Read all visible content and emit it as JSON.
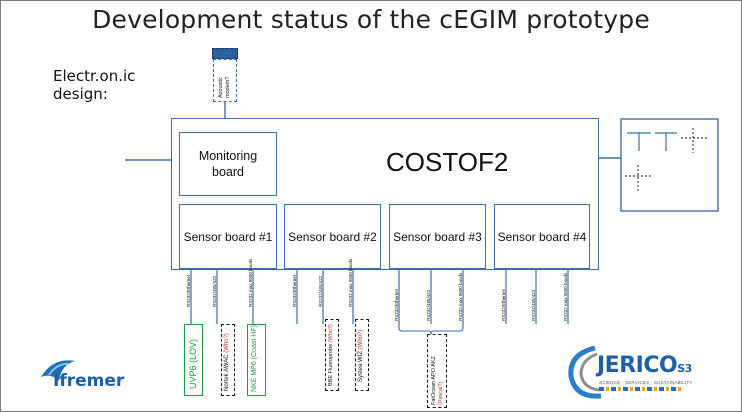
{
  "slide": {
    "title": "Development status of the cEGIM prototype",
    "subtitle_line1": "Electr.on.ic",
    "subtitle_line2": "design:"
  },
  "diagram": {
    "main_box": "COSTOF2",
    "monitoring_line1": "Monitoring",
    "monitoring_line2": "board",
    "acoustic_line1": "Acoustic",
    "acoustic_line2": "modem?",
    "sensor_boards": [
      "Sensor board #1",
      "Sensor board #2",
      "Sensor board #3",
      "Sensor board #4"
    ],
    "ports": {
      "ethernet": "RS232/Ethernet",
      "rs485": "RS232/485/422",
      "max9600": "RS232 max 9600 bauds"
    },
    "devices": {
      "uvp6": "UVP6 (LOV)",
      "nortek_main": "Nortek AWAC ",
      "nortek_paren": "(Who?)",
      "nke": "NKE MP6 (Coast HF)",
      "bbe_main": "BBE Fluoroprobe ",
      "bbe_paren": "(Who?)",
      "sontek_main": "Systea WIZ ",
      "sontek_paren": "(Who?)",
      "fatocean_line1": "FatOcean APO AKZ",
      "fatocean_line2": "(Pascal?)"
    },
    "colors": {
      "box_border": "#3c6fa8",
      "device_green": "#1f9a3f",
      "who_red": "#d22a2a",
      "modem_fill": "#2f5e9e"
    }
  },
  "logos": {
    "ifremer": "Ifremer",
    "jerico_main": "JERICO",
    "jerico_suffix": "S3",
    "jerico_tagline": "SCIENCE · SERVICES · SUSTAINABILITY"
  }
}
